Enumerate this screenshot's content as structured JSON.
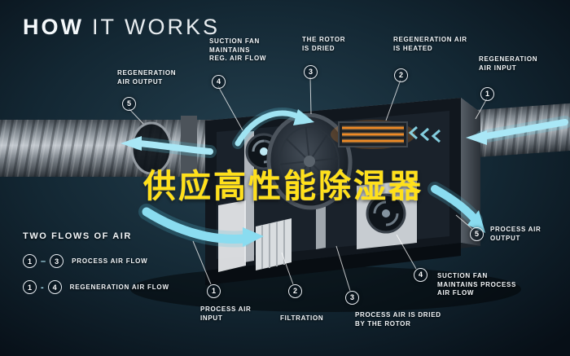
{
  "title": {
    "word1": "HOW",
    "word2": "IT WORKS"
  },
  "overlay": {
    "text": "供应高性能除湿器"
  },
  "callouts": [
    {
      "num": "5",
      "label": "REGENERATION\nAIR OUTPUT"
    },
    {
      "num": "4",
      "label": "SUCTION FAN\nMAINTAINS\nREG. AIR FLOW"
    },
    {
      "num": "3",
      "label": "THE ROTOR\nIS DRIED"
    },
    {
      "num": "2",
      "label": "REGENERATION AIR\nIS HEATED"
    },
    {
      "num": "1",
      "label": "REGENERATION\nAIR INPUT"
    },
    {
      "num": "5",
      "label": "PROCESS AIR\nOUTPUT"
    },
    {
      "num": "4",
      "label": "SUCTION FAN\nMAINTAINS PROCESS\nAIR FLOW"
    },
    {
      "num": "3",
      "label": "PROCESS AIR IS DRIED\nBY THE ROTOR"
    },
    {
      "num": "2",
      "label": "FILTRATION"
    },
    {
      "num": "1",
      "label": "PROCESS AIR\nINPUT"
    }
  ],
  "legend": {
    "title": "TWO FLOWS OF AIR",
    "rows": [
      {
        "start": "1",
        "sep": "–",
        "end": "3",
        "label": "PROCESS AIR FLOW"
      },
      {
        "start": "1",
        "sep": "-",
        "end": "4",
        "label": "REGENERATION AIR FLOW"
      }
    ]
  },
  "colors": {
    "background": "#0b1620",
    "accent_cyan": "#8adcf0",
    "heater_orange": "#ef8a25",
    "overlay_yellow": "#ffe01a",
    "text": "#f3f7fa"
  }
}
